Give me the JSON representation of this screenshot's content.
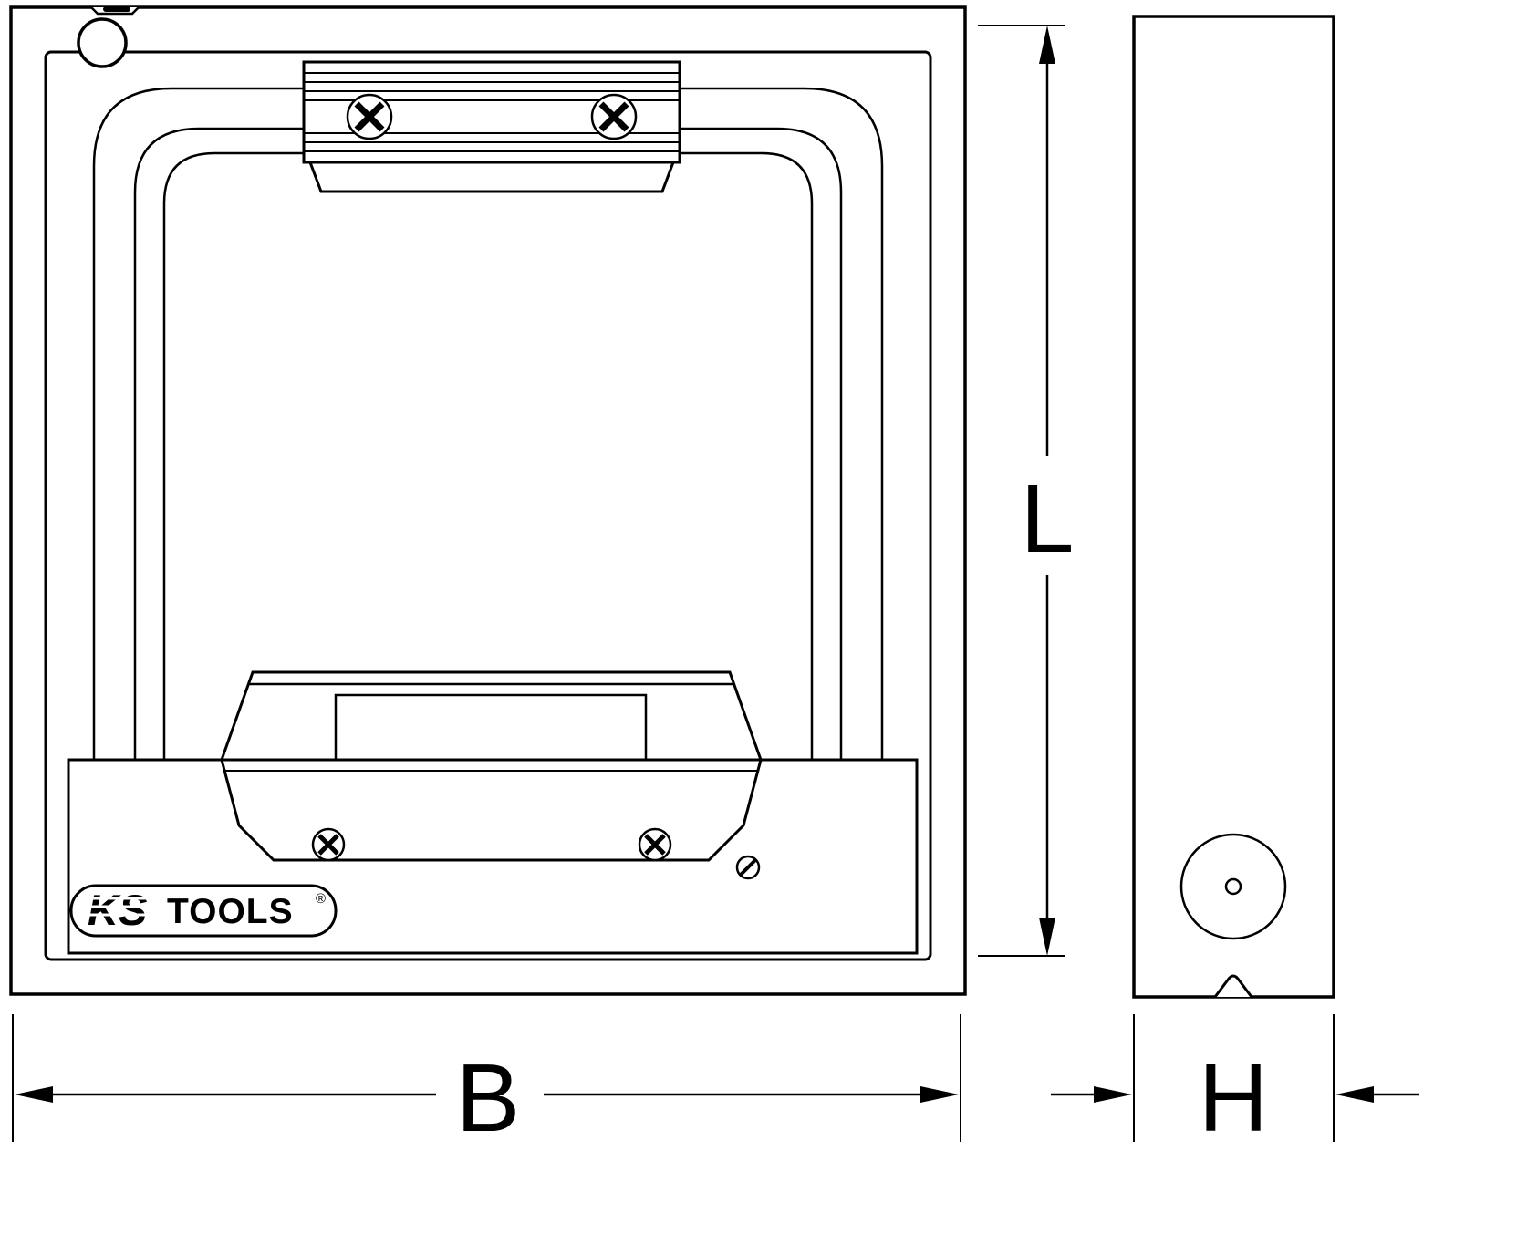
{
  "drawing": {
    "colors": {
      "line": "#000000",
      "background": "#ffffff"
    },
    "dimension_labels": {
      "length": "L",
      "width": "B",
      "height": "H"
    },
    "logo": {
      "ks": "KS",
      "tools": "TOOLS",
      "registered_mark": "®"
    }
  }
}
